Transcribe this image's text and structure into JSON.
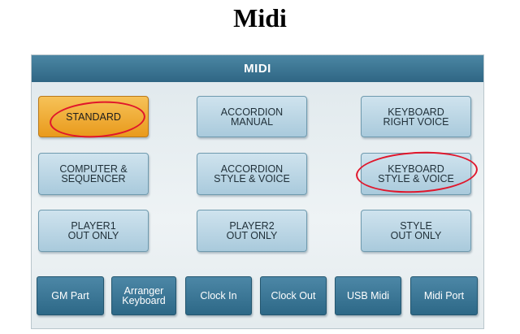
{
  "doc": {
    "title": "Midi"
  },
  "screen": {
    "header": "MIDI"
  },
  "grid": [
    {
      "label": "STANDARD"
    },
    {
      "label": "ACCORDION\nMANUAL"
    },
    {
      "label": "KEYBOARD\nRIGHT VOICE"
    },
    {
      "label": "COMPUTER &\nSEQUENCER"
    },
    {
      "label": "ACCORDION\nSTYLE & VOICE"
    },
    {
      "label": "KEYBOARD\nSTYLE & VOICE"
    },
    {
      "label": "PLAYER1\nOUT ONLY"
    },
    {
      "label": "PLAYER2\nOUT ONLY"
    },
    {
      "label": "STYLE\nOUT ONLY"
    }
  ],
  "bottom": [
    {
      "label": "GM Part"
    },
    {
      "label": "Arranger\nKeyboard"
    },
    {
      "label": "Clock In"
    },
    {
      "label": "Clock Out"
    },
    {
      "label": "USB Midi"
    },
    {
      "label": "Midi Port"
    }
  ],
  "colors": {
    "header": "#2f6684",
    "active": "#e99a1c",
    "annotation": "#e0162b"
  }
}
